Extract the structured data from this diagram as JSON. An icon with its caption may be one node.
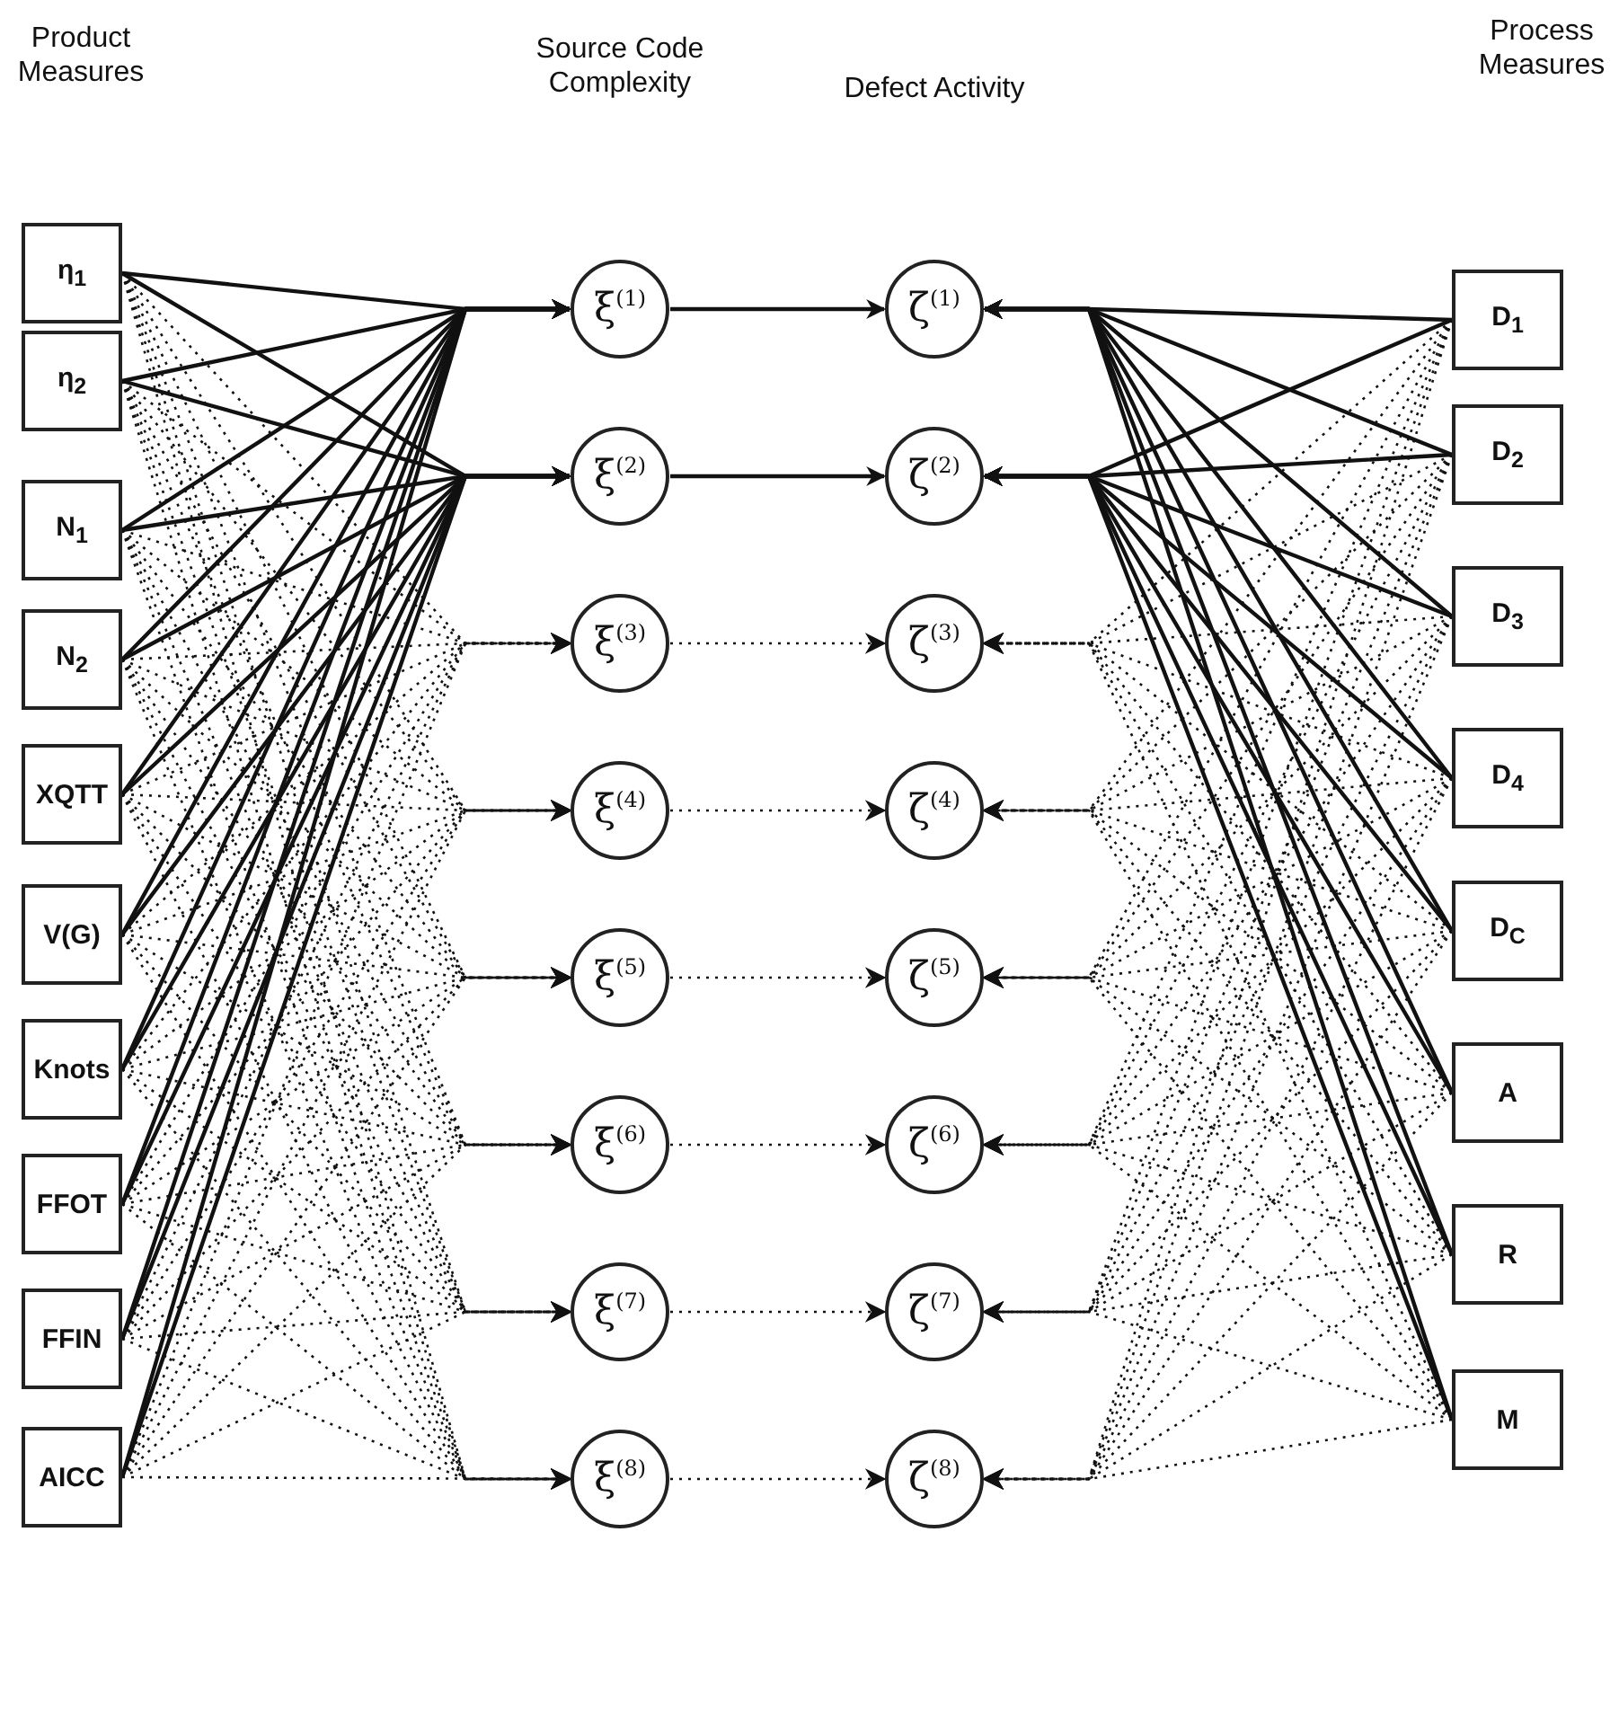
{
  "diagram": {
    "nodes": [
      {
        "text": [
          "η$_{1}$"
        ]
      },
      {
        "text": [
          "η$_{2}$"
        ]
      },
      {
        "text": [
          "N$_{1}$"
        ]
      },
      {
        "text": [
          "N$_{2}$"
        ]
      },
      {
        "text": [
          "XQTT"
        ]
      },
      {
        "text": [
          "V(G)"
        ]
      },
      {
        "text": [
          "Knots"
        ]
      },
      {
        "text": [
          "FFOT"
        ]
      },
      {
        "text": [
          "FFIN"
        ]
      },
      {
        "text": [
          "AICC"
        ]
      },
      {
        "text": [
          "ξ$^{(1)}$"
        ]
      },
      {
        "text": [
          "ξ$^{(2)}$"
        ]
      },
      {
        "text": [
          "ξ$^{(3)}$"
        ]
      },
      {
        "text": [
          "ξ$^{(4)}$"
        ]
      },
      {
        "text": [
          "ξ$^{(5)}$"
        ]
      },
      {
        "text": [
          "ξ$^{(6)}$"
        ]
      },
      {
        "text": [
          "ξ$^{(7)}$"
        ]
      },
      {
        "text": [
          "ξ$^{(8)}$"
        ]
      },
      {
        "text": [
          "ζ$^{(1)}$"
        ]
      },
      {
        "text": [
          "ζ$^{(2)}$"
        ]
      },
      {
        "text": [
          "ζ$^{(3)}$"
        ]
      },
      {
        "text": [
          "ζ$^{(4)}$"
        ]
      },
      {
        "text": [
          "ζ$^{(5)}$"
        ]
      },
      {
        "text": [
          "ζ$^{(6)}$"
        ]
      },
      {
        "text": [
          "ζ$^{(7)}$"
        ]
      },
      {
        "text": [
          "ζ$^{(8)}$"
        ]
      },
      {
        "text": [
          "D$_{1}$"
        ]
      },
      {
        "text": [
          "D$_{2}$"
        ]
      },
      {
        "text": [
          "D$_{3}$"
        ]
      },
      {
        "text": [
          "D$_{4}$"
        ]
      },
      {
        "text": [
          "D$_{C}$"
        ]
      },
      {
        "text": [
          "A"
        ]
      },
      {
        "text": [
          "R"
        ]
      },
      {
        "text": [
          "M"
        ]
      }
    ],
    "edges": [
      {
        "from": 0,
        "to": 10,
        "arrow": "to"
      },
      {
        "from": 0,
        "to": 11,
        "arrow": "to"
      },
      {
        "from": 0,
        "to": 12,
        "arrow": "to",
        "style": "dashed"
      },
      {
        "from": 0,
        "to": 13,
        "arrow": "to",
        "style": "dashed"
      },
      {
        "from": 0,
        "to": 14,
        "arrow": "to",
        "style": "dashed"
      },
      {
        "from": 0,
        "to": 15,
        "arrow": "to",
        "style": "dashed"
      },
      {
        "from": 0,
        "to": 16,
        "arrow": "to",
        "style": "dashed"
      },
      {
        "from": 0,
        "to": 17,
        "arrow": "to",
        "style": "dashed"
      },
      {
        "from": 1,
        "to": 10,
        "arrow": "to"
      },
      {
        "from": 1,
        "to": 11,
        "arrow": "to"
      },
      {
        "from": 1,
        "to": 12,
        "arrow": "to",
        "style": "dashed"
      },
      {
        "from": 1,
        "to": 13,
        "arrow": "to",
        "style": "dashed"
      },
      {
        "from": 1,
        "to": 14,
        "arrow": "to",
        "style": "dashed"
      },
      {
        "from": 1,
        "to": 15,
        "arrow": "to",
        "style": "dashed"
      },
      {
        "from": 1,
        "to": 16,
        "arrow": "to",
        "style": "dashed"
      },
      {
        "from": 1,
        "to": 17,
        "arrow": "to",
        "style": "dashed"
      },
      {
        "from": 2,
        "to": 10,
        "arrow": "to"
      },
      {
        "from": 2,
        "to": 11,
        "arrow": "to"
      },
      {
        "from": 2,
        "to": 12,
        "arrow": "to",
        "style": "dashed"
      },
      {
        "from": 2,
        "to": 13,
        "arrow": "to",
        "style": "dashed"
      },
      {
        "from": 2,
        "to": 14,
        "arrow": "to",
        "style": "dashed"
      },
      {
        "from": 2,
        "to": 15,
        "arrow": "to",
        "style": "dashed"
      },
      {
        "from": 2,
        "to": 16,
        "arrow": "to",
        "style": "dashed"
      },
      {
        "from": 2,
        "to": 17,
        "arrow": "to",
        "style": "dashed"
      },
      {
        "from": 3,
        "to": 10,
        "arrow": "to"
      },
      {
        "from": 3,
        "to": 11,
        "arrow": "to"
      },
      {
        "from": 3,
        "to": 12,
        "arrow": "to",
        "style": "dashed"
      },
      {
        "from": 3,
        "to": 13,
        "arrow": "to",
        "style": "dashed"
      },
      {
        "from": 3,
        "to": 14,
        "arrow": "to",
        "style": "dashed"
      },
      {
        "from": 3,
        "to": 15,
        "arrow": "to",
        "style": "dashed"
      },
      {
        "from": 3,
        "to": 16,
        "arrow": "to",
        "style": "dashed"
      },
      {
        "from": 3,
        "to": 17,
        "arrow": "to",
        "style": "dashed"
      },
      {
        "from": 4,
        "to": 10,
        "arrow": "to"
      },
      {
        "from": 4,
        "to": 11,
        "arrow": "to"
      },
      {
        "from": 4,
        "to": 12,
        "arrow": "to",
        "style": "dashed"
      },
      {
        "from": 4,
        "to": 13,
        "arrow": "to",
        "style": "dashed"
      },
      {
        "from": 4,
        "to": 14,
        "arrow": "to",
        "style": "dashed"
      },
      {
        "from": 4,
        "to": 15,
        "arrow": "to",
        "style": "dashed"
      },
      {
        "from": 4,
        "to": 16,
        "arrow": "to",
        "style": "dashed"
      },
      {
        "from": 4,
        "to": 17,
        "arrow": "to",
        "style": "dashed"
      },
      {
        "from": 5,
        "to": 10,
        "arrow": "to"
      },
      {
        "from": 5,
        "to": 11,
        "arrow": "to"
      },
      {
        "from": 5,
        "to": 12,
        "arrow": "to",
        "style": "dashed"
      },
      {
        "from": 5,
        "to": 13,
        "arrow": "to",
        "style": "dashed"
      },
      {
        "from": 5,
        "to": 14,
        "arrow": "to",
        "style": "dashed"
      },
      {
        "from": 5,
        "to": 15,
        "arrow": "to",
        "style": "dashed"
      },
      {
        "from": 5,
        "to": 16,
        "arrow": "to",
        "style": "dashed"
      },
      {
        "from": 5,
        "to": 17,
        "arrow": "to",
        "style": "dashed"
      },
      {
        "from": 6,
        "to": 10,
        "arrow": "to"
      },
      {
        "from": 6,
        "to": 11,
        "arrow": "to"
      },
      {
        "from": 6,
        "to": 12,
        "arrow": "to",
        "style": "dashed"
      },
      {
        "from": 6,
        "to": 13,
        "arrow": "to",
        "style": "dashed"
      },
      {
        "from": 6,
        "to": 14,
        "arrow": "to",
        "style": "dashed"
      },
      {
        "from": 6,
        "to": 15,
        "arrow": "to",
        "style": "dashed"
      },
      {
        "from": 6,
        "to": 16,
        "arrow": "to",
        "style": "dashed"
      },
      {
        "from": 6,
        "to": 17,
        "arrow": "to",
        "style": "dashed"
      },
      {
        "from": 7,
        "to": 10,
        "arrow": "to"
      },
      {
        "from": 7,
        "to": 11,
        "arrow": "to"
      },
      {
        "from": 7,
        "to": 12,
        "arrow": "to",
        "style": "dashed"
      },
      {
        "from": 7,
        "to": 13,
        "arrow": "to",
        "style": "dashed"
      },
      {
        "from": 7,
        "to": 14,
        "arrow": "to",
        "style": "dashed"
      },
      {
        "from": 7,
        "to": 15,
        "arrow": "to",
        "style": "dashed"
      },
      {
        "from": 7,
        "to": 16,
        "arrow": "to",
        "style": "dashed"
      },
      {
        "from": 7,
        "to": 17,
        "arrow": "to",
        "style": "dashed"
      },
      {
        "from": 8,
        "to": 10,
        "arrow": "to"
      },
      {
        "from": 8,
        "to": 11,
        "arrow": "to"
      },
      {
        "from": 8,
        "to": 12,
        "arrow": "to",
        "style": "dashed"
      },
      {
        "from": 8,
        "to": 13,
        "arrow": "to",
        "style": "dashed"
      },
      {
        "from": 8,
        "to": 14,
        "arrow": "to",
        "style": "dashed"
      },
      {
        "from": 8,
        "to": 15,
        "arrow": "to",
        "style": "dashed"
      },
      {
        "from": 8,
        "to": 16,
        "arrow": "to",
        "style": "dashed"
      },
      {
        "from": 8,
        "to": 17,
        "arrow": "to",
        "style": "dashed"
      },
      {
        "from": 9,
        "to": 10,
        "arrow": "to"
      },
      {
        "from": 9,
        "to": 11,
        "arrow": "to"
      },
      {
        "from": 9,
        "to": 12,
        "arrow": "to",
        "style": "dashed"
      },
      {
        "from": 9,
        "to": 13,
        "arrow": "to",
        "style": "dashed"
      },
      {
        "from": 9,
        "to": 14,
        "arrow": "to",
        "style": "dashed"
      },
      {
        "from": 9,
        "to": 15,
        "arrow": "to",
        "style": "dashed"
      },
      {
        "from": 9,
        "to": 16,
        "arrow": "to",
        "style": "dashed"
      },
      {
        "from": 9,
        "to": 17,
        "arrow": "to",
        "style": "dashed"
      },
      {
        "from": 10,
        "to": 18,
        "arrow": "to"
      },
      {
        "from": 11,
        "to": 19,
        "arrow": "to"
      },
      {
        "from": 12,
        "to": 20,
        "arrow": "to",
        "style": "dashed"
      },
      {
        "from": 13,
        "to": 21,
        "arrow": "to",
        "style": "dashed"
      },
      {
        "from": 14,
        "to": 22,
        "arrow": "to",
        "style": "dashed"
      },
      {
        "from": 15,
        "to": 23,
        "arrow": "to",
        "style": "dashed"
      },
      {
        "from": 16,
        "to": 24,
        "arrow": "to",
        "style": "dashed"
      },
      {
        "from": 17,
        "to": 25,
        "arrow": "to",
        "style": "dashed"
      },
      {
        "from": 26,
        "to": 18,
        "arrow": "to"
      },
      {
        "from": 26,
        "to": 19,
        "arrow": "to"
      },
      {
        "from": 26,
        "to": 20,
        "arrow": "to",
        "style": "dashed"
      },
      {
        "from": 26,
        "to": 21,
        "arrow": "to",
        "style": "dashed"
      },
      {
        "from": 26,
        "to": 22,
        "arrow": "to",
        "style": "dashed"
      },
      {
        "from": 26,
        "to": 23,
        "arrow": "to",
        "style": "dashed"
      },
      {
        "from": 26,
        "to": 24,
        "arrow": "to",
        "style": "dashed"
      },
      {
        "from": 26,
        "to": 25,
        "arrow": "to",
        "style": "dashed"
      },
      {
        "from": 27,
        "to": 18,
        "arrow": "to"
      },
      {
        "from": 27,
        "to": 19,
        "arrow": "to"
      },
      {
        "from": 27,
        "to": 20,
        "arrow": "to",
        "style": "dashed"
      },
      {
        "from": 27,
        "to": 21,
        "arrow": "to",
        "style": "dashed"
      },
      {
        "from": 27,
        "to": 22,
        "arrow": "to",
        "style": "dashed"
      },
      {
        "from": 27,
        "to": 23,
        "arrow": "to",
        "style": "dashed"
      },
      {
        "from": 27,
        "to": 24,
        "arrow": "to",
        "style": "dashed"
      },
      {
        "from": 27,
        "to": 25,
        "arrow": "to",
        "style": "dashed"
      },
      {
        "from": 28,
        "to": 18,
        "arrow": "to"
      },
      {
        "from": 28,
        "to": 19,
        "arrow": "to"
      },
      {
        "from": 28,
        "to": 20,
        "arrow": "to",
        "style": "dashed"
      },
      {
        "from": 28,
        "to": 21,
        "arrow": "to",
        "style": "dashed"
      },
      {
        "from": 28,
        "to": 22,
        "arrow": "to",
        "style": "dashed"
      },
      {
        "from": 28,
        "to": 23,
        "arrow": "to",
        "style": "dashed"
      },
      {
        "from": 28,
        "to": 24,
        "arrow": "to",
        "style": "dashed"
      },
      {
        "from": 28,
        "to": 25,
        "arrow": "to",
        "style": "dashed"
      },
      {
        "from": 29,
        "to": 18,
        "arrow": "to"
      },
      {
        "from": 29,
        "to": 19,
        "arrow": "to"
      },
      {
        "from": 29,
        "to": 20,
        "arrow": "to",
        "style": "dashed"
      },
      {
        "from": 29,
        "to": 21,
        "arrow": "to",
        "style": "dashed"
      },
      {
        "from": 29,
        "to": 22,
        "arrow": "to",
        "style": "dashed"
      },
      {
        "from": 29,
        "to": 23,
        "arrow": "to",
        "style": "dashed"
      },
      {
        "from": 29,
        "to": 24,
        "arrow": "to",
        "style": "dashed"
      },
      {
        "from": 29,
        "to": 25,
        "arrow": "to",
        "style": "dashed"
      },
      {
        "from": 30,
        "to": 18,
        "arrow": "to"
      },
      {
        "from": 30,
        "to": 19,
        "arrow": "to"
      },
      {
        "from": 30,
        "to": 20,
        "arrow": "to",
        "style": "dashed"
      },
      {
        "from": 30,
        "to": 21,
        "arrow": "to",
        "style": "dashed"
      },
      {
        "from": 30,
        "to": 22,
        "arrow": "to",
        "style": "dashed"
      },
      {
        "from": 30,
        "to": 23,
        "arrow": "to",
        "style": "dashed"
      },
      {
        "from": 30,
        "to": 24,
        "arrow": "to",
        "style": "dashed"
      },
      {
        "from": 30,
        "to": 25,
        "arrow": "to",
        "style": "dashed"
      },
      {
        "from": 31,
        "to": 18,
        "arrow": "to"
      },
      {
        "from": 31,
        "to": 19,
        "arrow": "to"
      },
      {
        "from": 31,
        "to": 20,
        "arrow": "to",
        "style": "dashed"
      },
      {
        "from": 31,
        "to": 21,
        "arrow": "to",
        "style": "dashed"
      },
      {
        "from": 31,
        "to": 22,
        "arrow": "to",
        "style": "dashed"
      },
      {
        "from": 31,
        "to": 23,
        "arrow": "to",
        "style": "dashed"
      },
      {
        "from": 31,
        "to": 24,
        "arrow": "to",
        "style": "dashed"
      },
      {
        "from": 31,
        "to": 25,
        "arrow": "to",
        "style": "dashed"
      },
      {
        "from": 32,
        "to": 18,
        "arrow": "to"
      },
      {
        "from": 32,
        "to": 19,
        "arrow": "to"
      },
      {
        "from": 32,
        "to": 20,
        "arrow": "to",
        "style": "dashed"
      },
      {
        "from": 32,
        "to": 21,
        "arrow": "to",
        "style": "dashed"
      },
      {
        "from": 32,
        "to": 22,
        "arrow": "to",
        "style": "dashed"
      },
      {
        "from": 32,
        "to": 23,
        "arrow": "to",
        "style": "dashed"
      },
      {
        "from": 32,
        "to": 24,
        "arrow": "to",
        "style": "dashed"
      },
      {
        "from": 32,
        "to": 25,
        "arrow": "to",
        "style": "dashed"
      },
      {
        "from": 33,
        "to": 18,
        "arrow": "to"
      },
      {
        "from": 33,
        "to": 19,
        "arrow": "to"
      },
      {
        "from": 33,
        "to": 20,
        "arrow": "to",
        "style": "dashed"
      },
      {
        "from": 33,
        "to": 21,
        "arrow": "to",
        "style": "dashed"
      },
      {
        "from": 33,
        "to": 22,
        "arrow": "to",
        "style": "dashed"
      },
      {
        "from": 33,
        "to": 23,
        "arrow": "to",
        "style": "dashed"
      },
      {
        "from": 33,
        "to": 24,
        "arrow": "to",
        "style": "dashed"
      },
      {
        "from": 33,
        "to": 25,
        "arrow": "to",
        "style": "dashed"
      }
    ],
    "labels": [
      "Product Measures",
      "Source Code Complexity",
      "Defect Activity",
      "Process Measures"
    ]
  }
}
